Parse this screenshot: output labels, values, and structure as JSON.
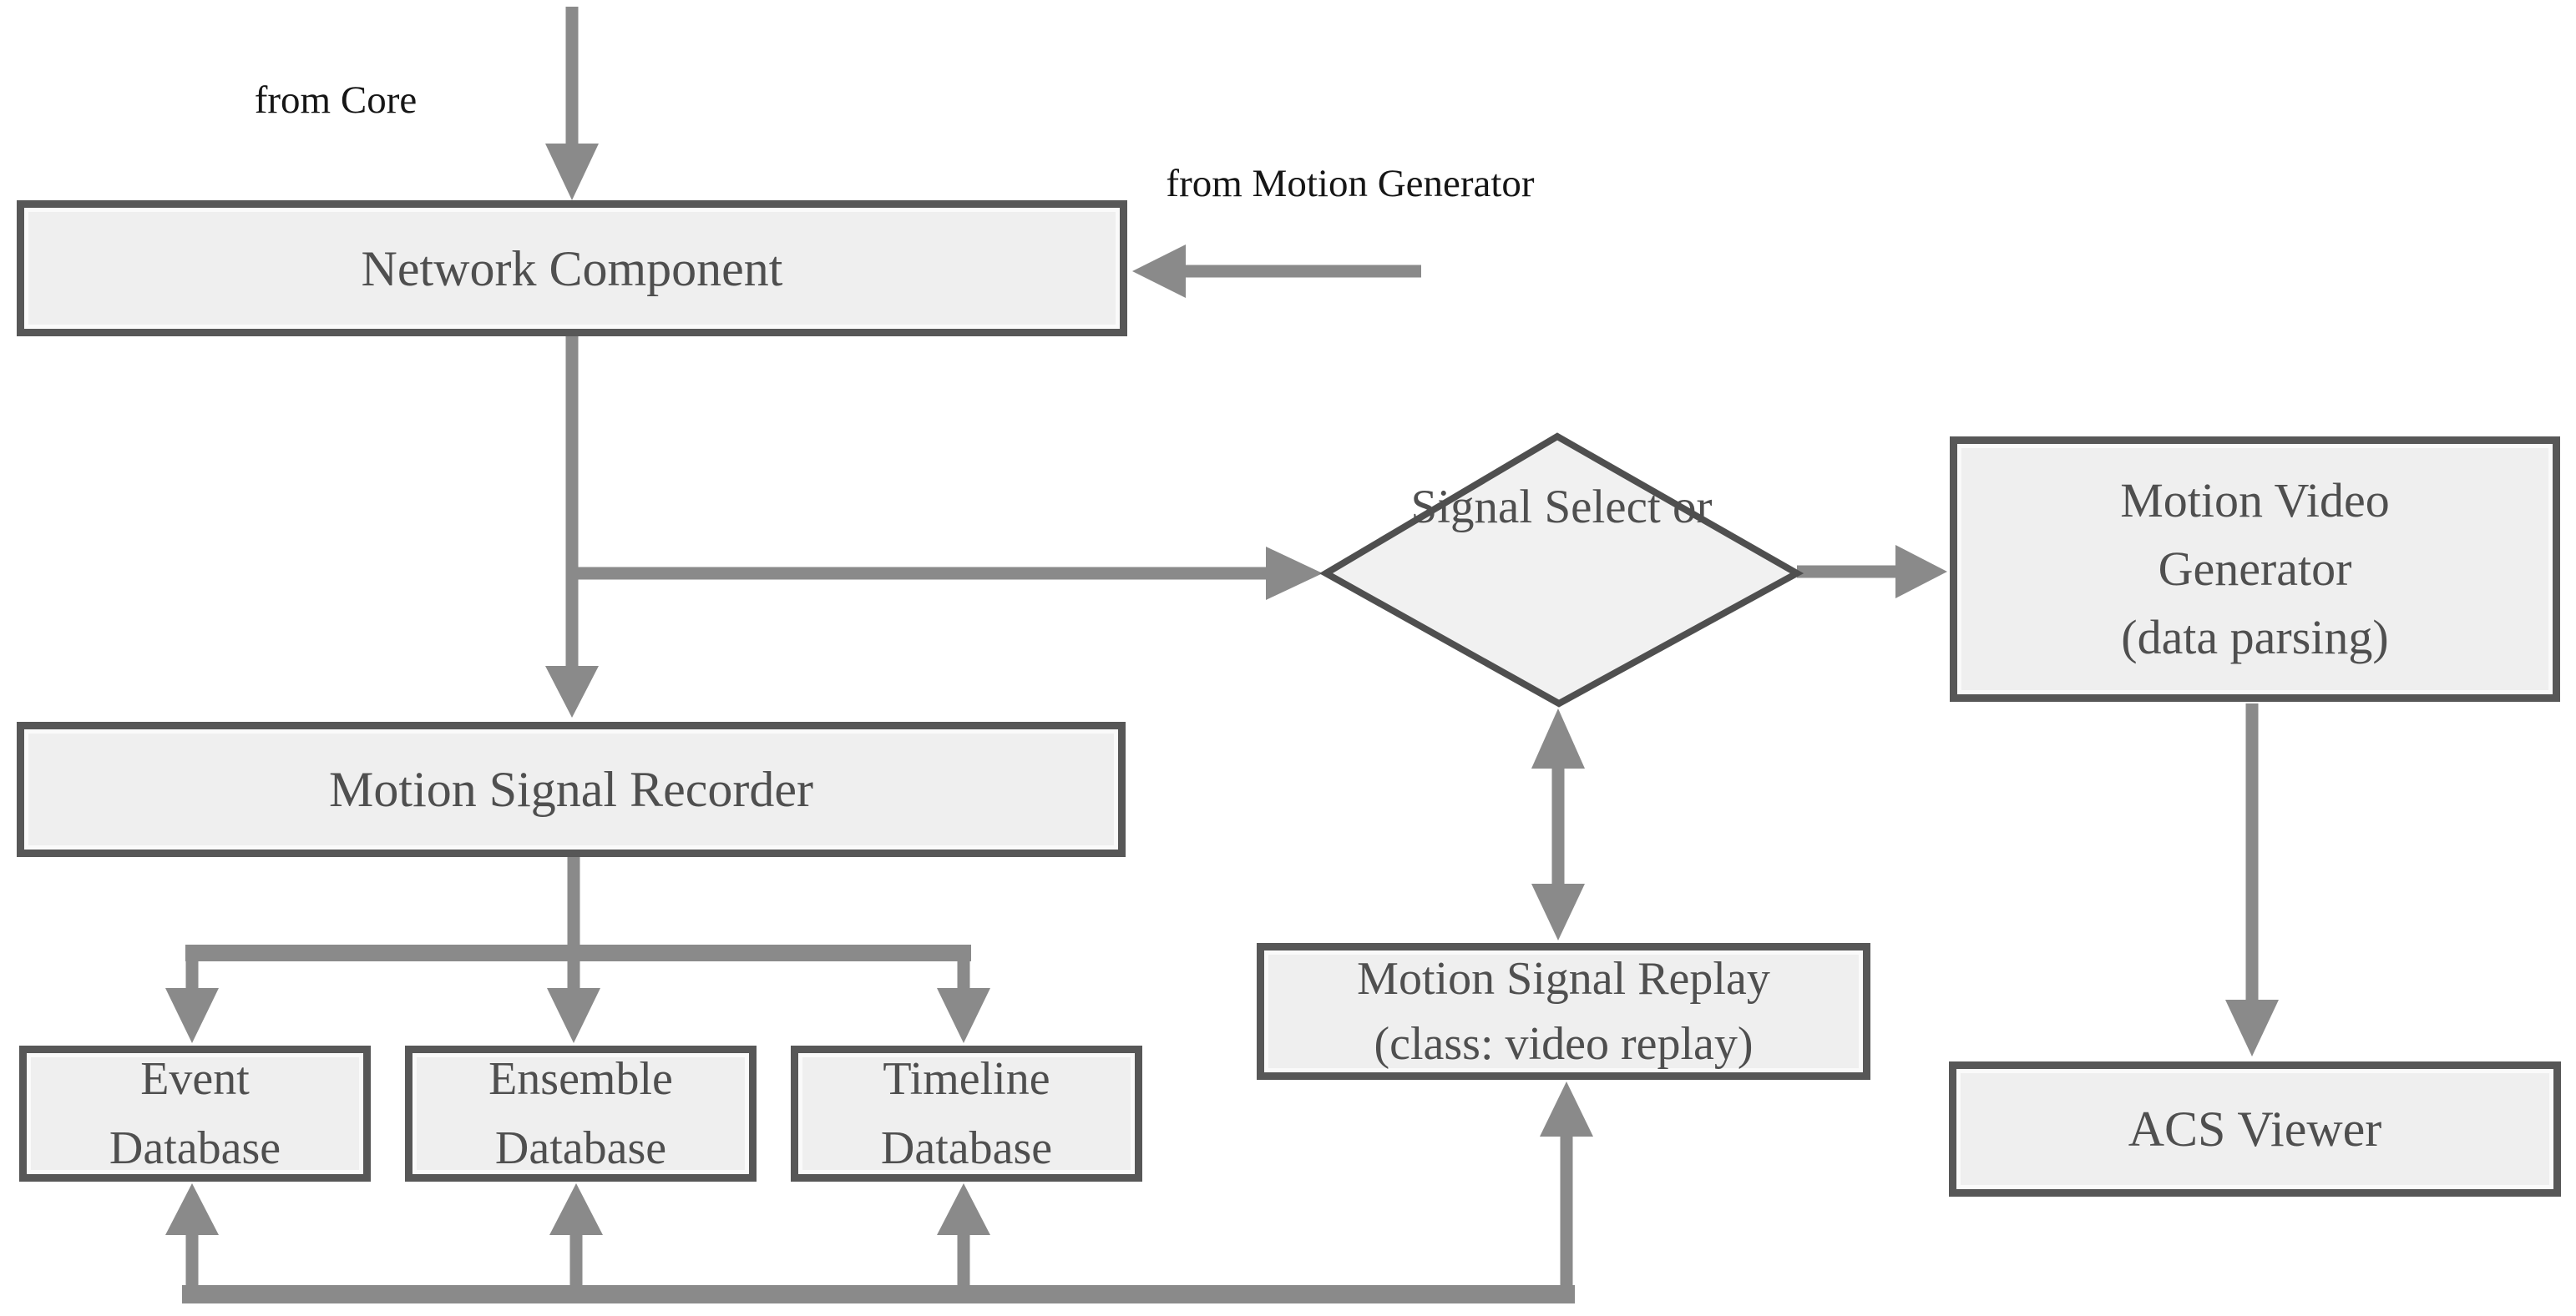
{
  "diagram": {
    "title": "Motion signal recording and replay architecture flowchart",
    "external_labels": {
      "from_core": "from Core",
      "from_motion_generator": "from Motion Generator"
    },
    "nodes": {
      "network_component": {
        "label": "Network Component",
        "shape": "rectangle"
      },
      "motion_signal_recorder": {
        "label": "Motion Signal Recorder",
        "shape": "rectangle"
      },
      "event_database": {
        "lines": [
          "Event",
          "Database"
        ],
        "shape": "rectangle"
      },
      "ensemble_database": {
        "lines": [
          "Ensemble",
          "Database"
        ],
        "shape": "rectangle"
      },
      "timeline_database": {
        "lines": [
          "Timeline",
          "Database"
        ],
        "shape": "rectangle"
      },
      "signal_select": {
        "lines": [
          "Signal",
          "Select",
          "or"
        ],
        "shape": "diamond"
      },
      "motion_video_generator": {
        "lines": [
          "Motion Video",
          "Generator",
          "(data parsing)"
        ],
        "shape": "rectangle"
      },
      "motion_signal_replay": {
        "lines": [
          "Motion Signal Replay",
          "(class: video replay)"
        ],
        "shape": "rectangle"
      },
      "acs_viewer": {
        "label": "ACS Viewer",
        "shape": "rectangle"
      }
    },
    "edges": [
      {
        "from": "Core (off-page)",
        "to": "network_component",
        "direction": "down"
      },
      {
        "from": "Motion Generator (off-page)",
        "to": "network_component",
        "direction": "left"
      },
      {
        "from": "network_component",
        "to": "motion_signal_recorder",
        "direction": "down"
      },
      {
        "from": "network_component",
        "to": "signal_select",
        "direction": "right"
      },
      {
        "from": "signal_select",
        "to": "motion_video_generator",
        "direction": "right"
      },
      {
        "from": "signal_select",
        "to": "motion_signal_replay",
        "direction": "bidirectional-vertical"
      },
      {
        "from": "motion_video_generator",
        "to": "acs_viewer",
        "direction": "down"
      },
      {
        "from": "motion_signal_recorder",
        "to": "event_database",
        "direction": "down"
      },
      {
        "from": "motion_signal_recorder",
        "to": "ensemble_database",
        "direction": "down"
      },
      {
        "from": "motion_signal_recorder",
        "to": "timeline_database",
        "direction": "down"
      },
      {
        "from": "bottom_bus",
        "to": "event_database",
        "direction": "up"
      },
      {
        "from": "bottom_bus",
        "to": "ensemble_database",
        "direction": "up"
      },
      {
        "from": "bottom_bus",
        "to": "timeline_database",
        "direction": "up"
      },
      {
        "from": "bottom_bus",
        "to": "motion_signal_replay",
        "direction": "up"
      }
    ],
    "colors": {
      "background": "#ffffff",
      "node_fill": "#efefef",
      "node_border": "#575757",
      "node_text": "#4f4f4f",
      "arrow": "#8a8a8a",
      "external_label_text": "#161616"
    }
  }
}
